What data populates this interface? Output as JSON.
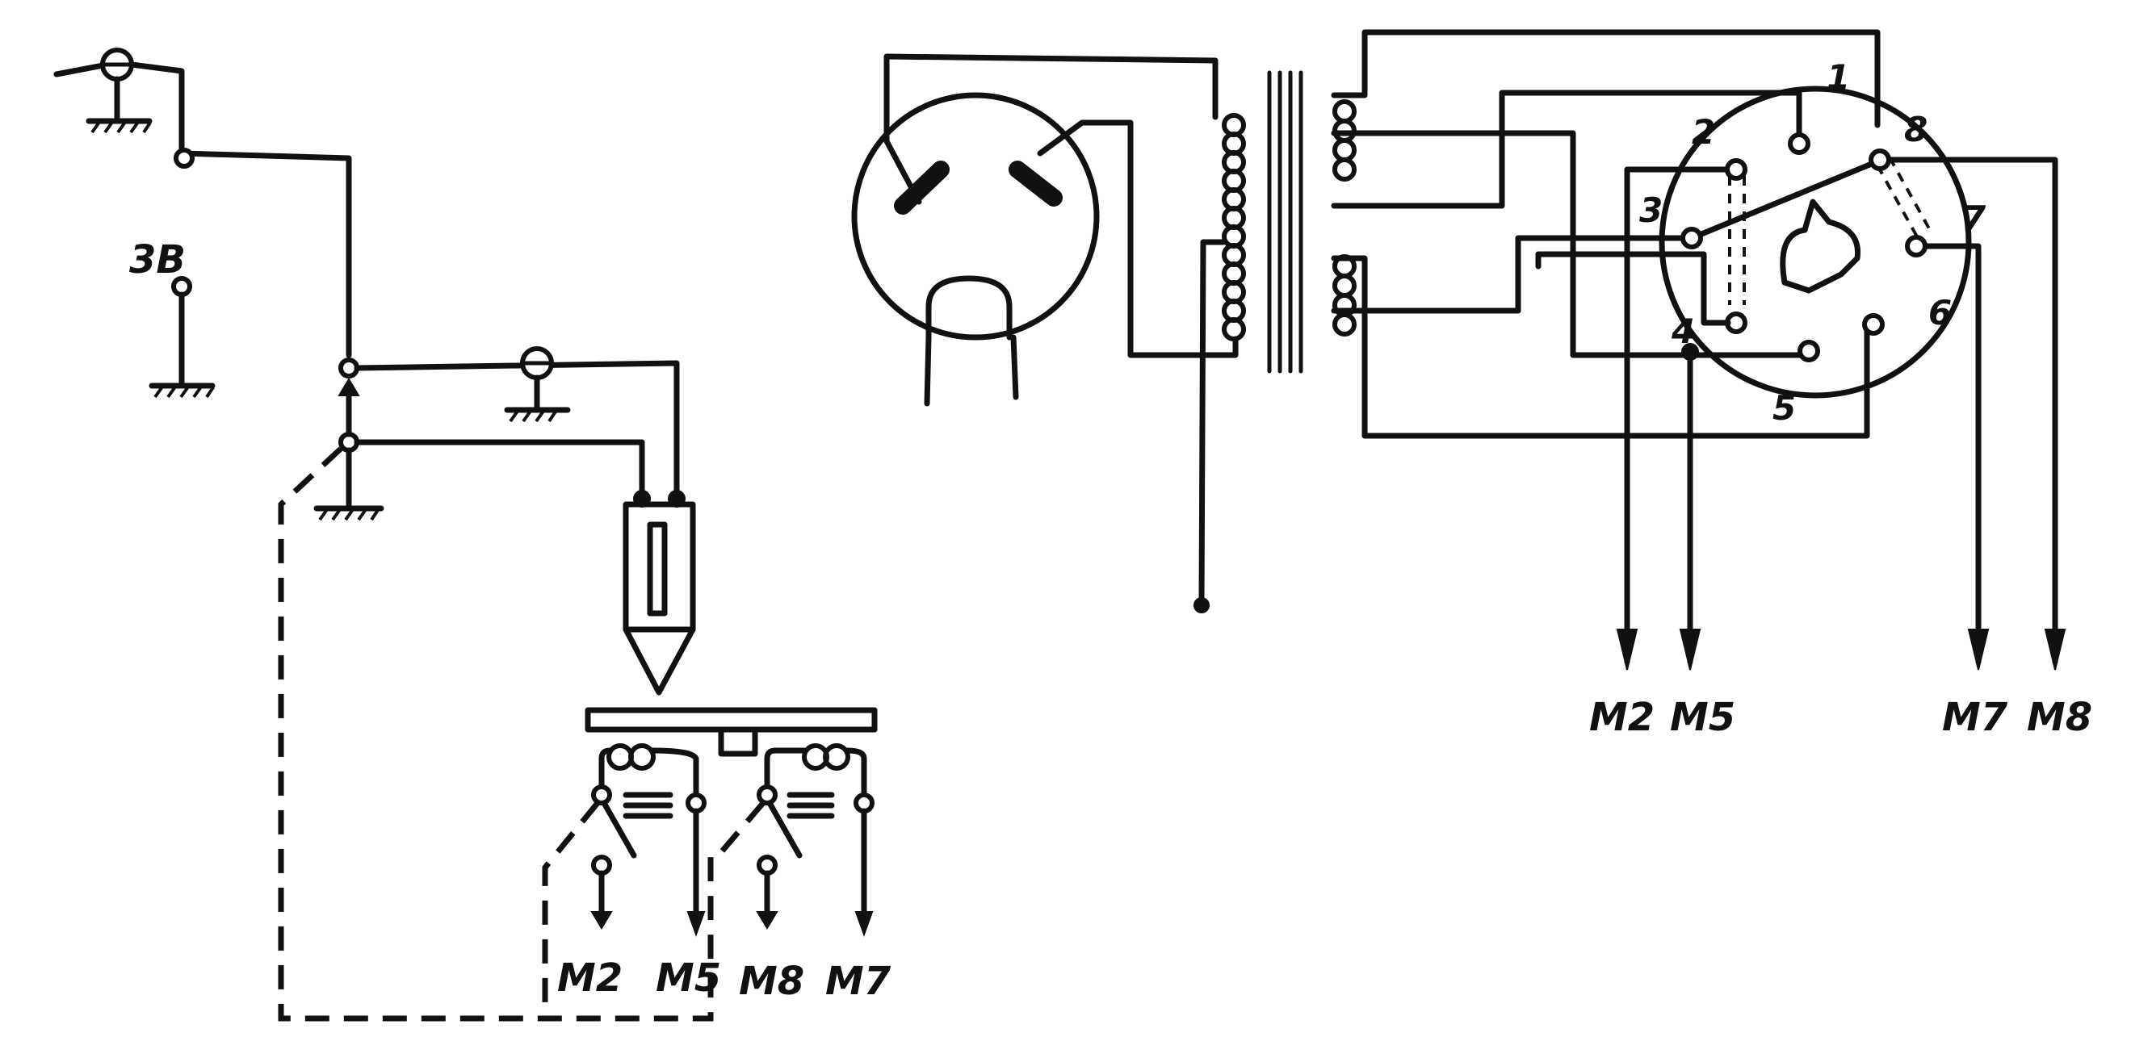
{
  "left_circuit": {
    "ground_label": "3B",
    "bottom_labels": [
      "M2",
      "M5",
      "M8",
      "M7"
    ]
  },
  "right_circuit": {
    "pin_numbers": [
      "1",
      "2",
      "3",
      "4",
      "5",
      "6",
      "7",
      "8"
    ],
    "output_labels": [
      "M2",
      "M5",
      "M7",
      "M8"
    ]
  }
}
